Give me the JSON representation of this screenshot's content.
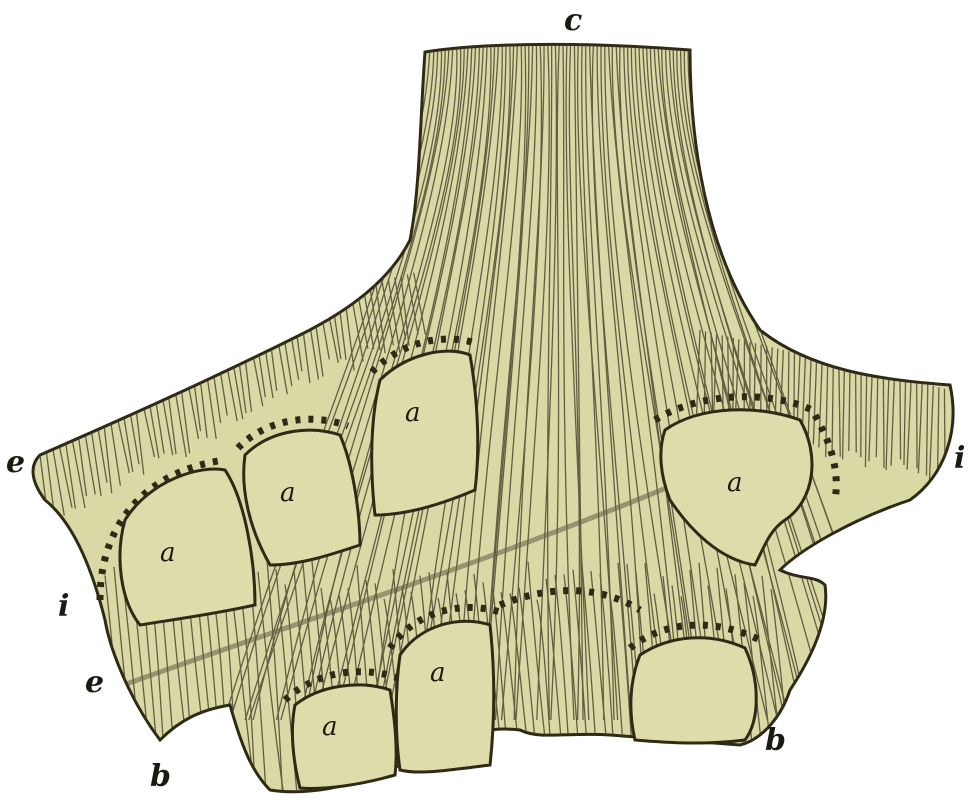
{
  "figure": {
    "colors": {
      "tissue": "#d9d9a6",
      "cell_fill": "#dedcab",
      "line": "#2f2a16",
      "background": "#ffffff"
    },
    "labels": {
      "c": "c",
      "e_left": "e",
      "e_lower": "e",
      "i": "i",
      "b_left": "b",
      "b_right": "b",
      "edge_right": "i",
      "cells": [
        "a",
        "a",
        "a",
        "a",
        "a",
        "a"
      ]
    }
  }
}
